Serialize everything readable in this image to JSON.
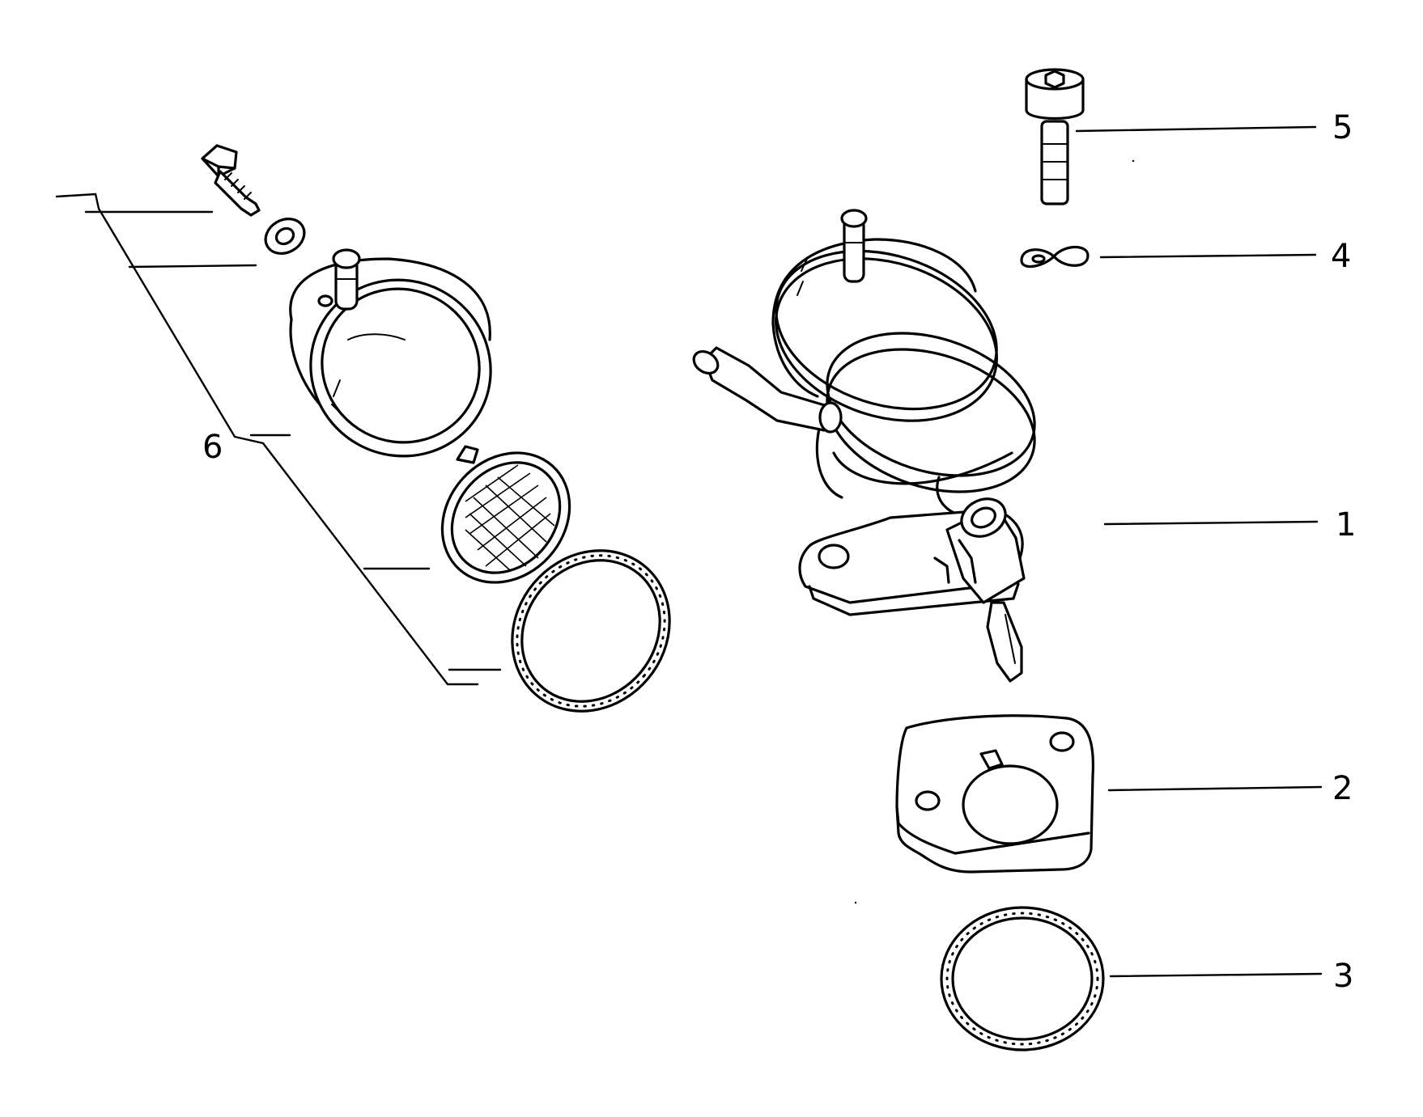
{
  "callouts": {
    "part_1": "1",
    "part_2": "2",
    "part_3": "3",
    "part_4": "4",
    "part_5": "5",
    "part_6": "6"
  },
  "colors": {
    "ink": "#000000",
    "paper": "#ffffff"
  }
}
